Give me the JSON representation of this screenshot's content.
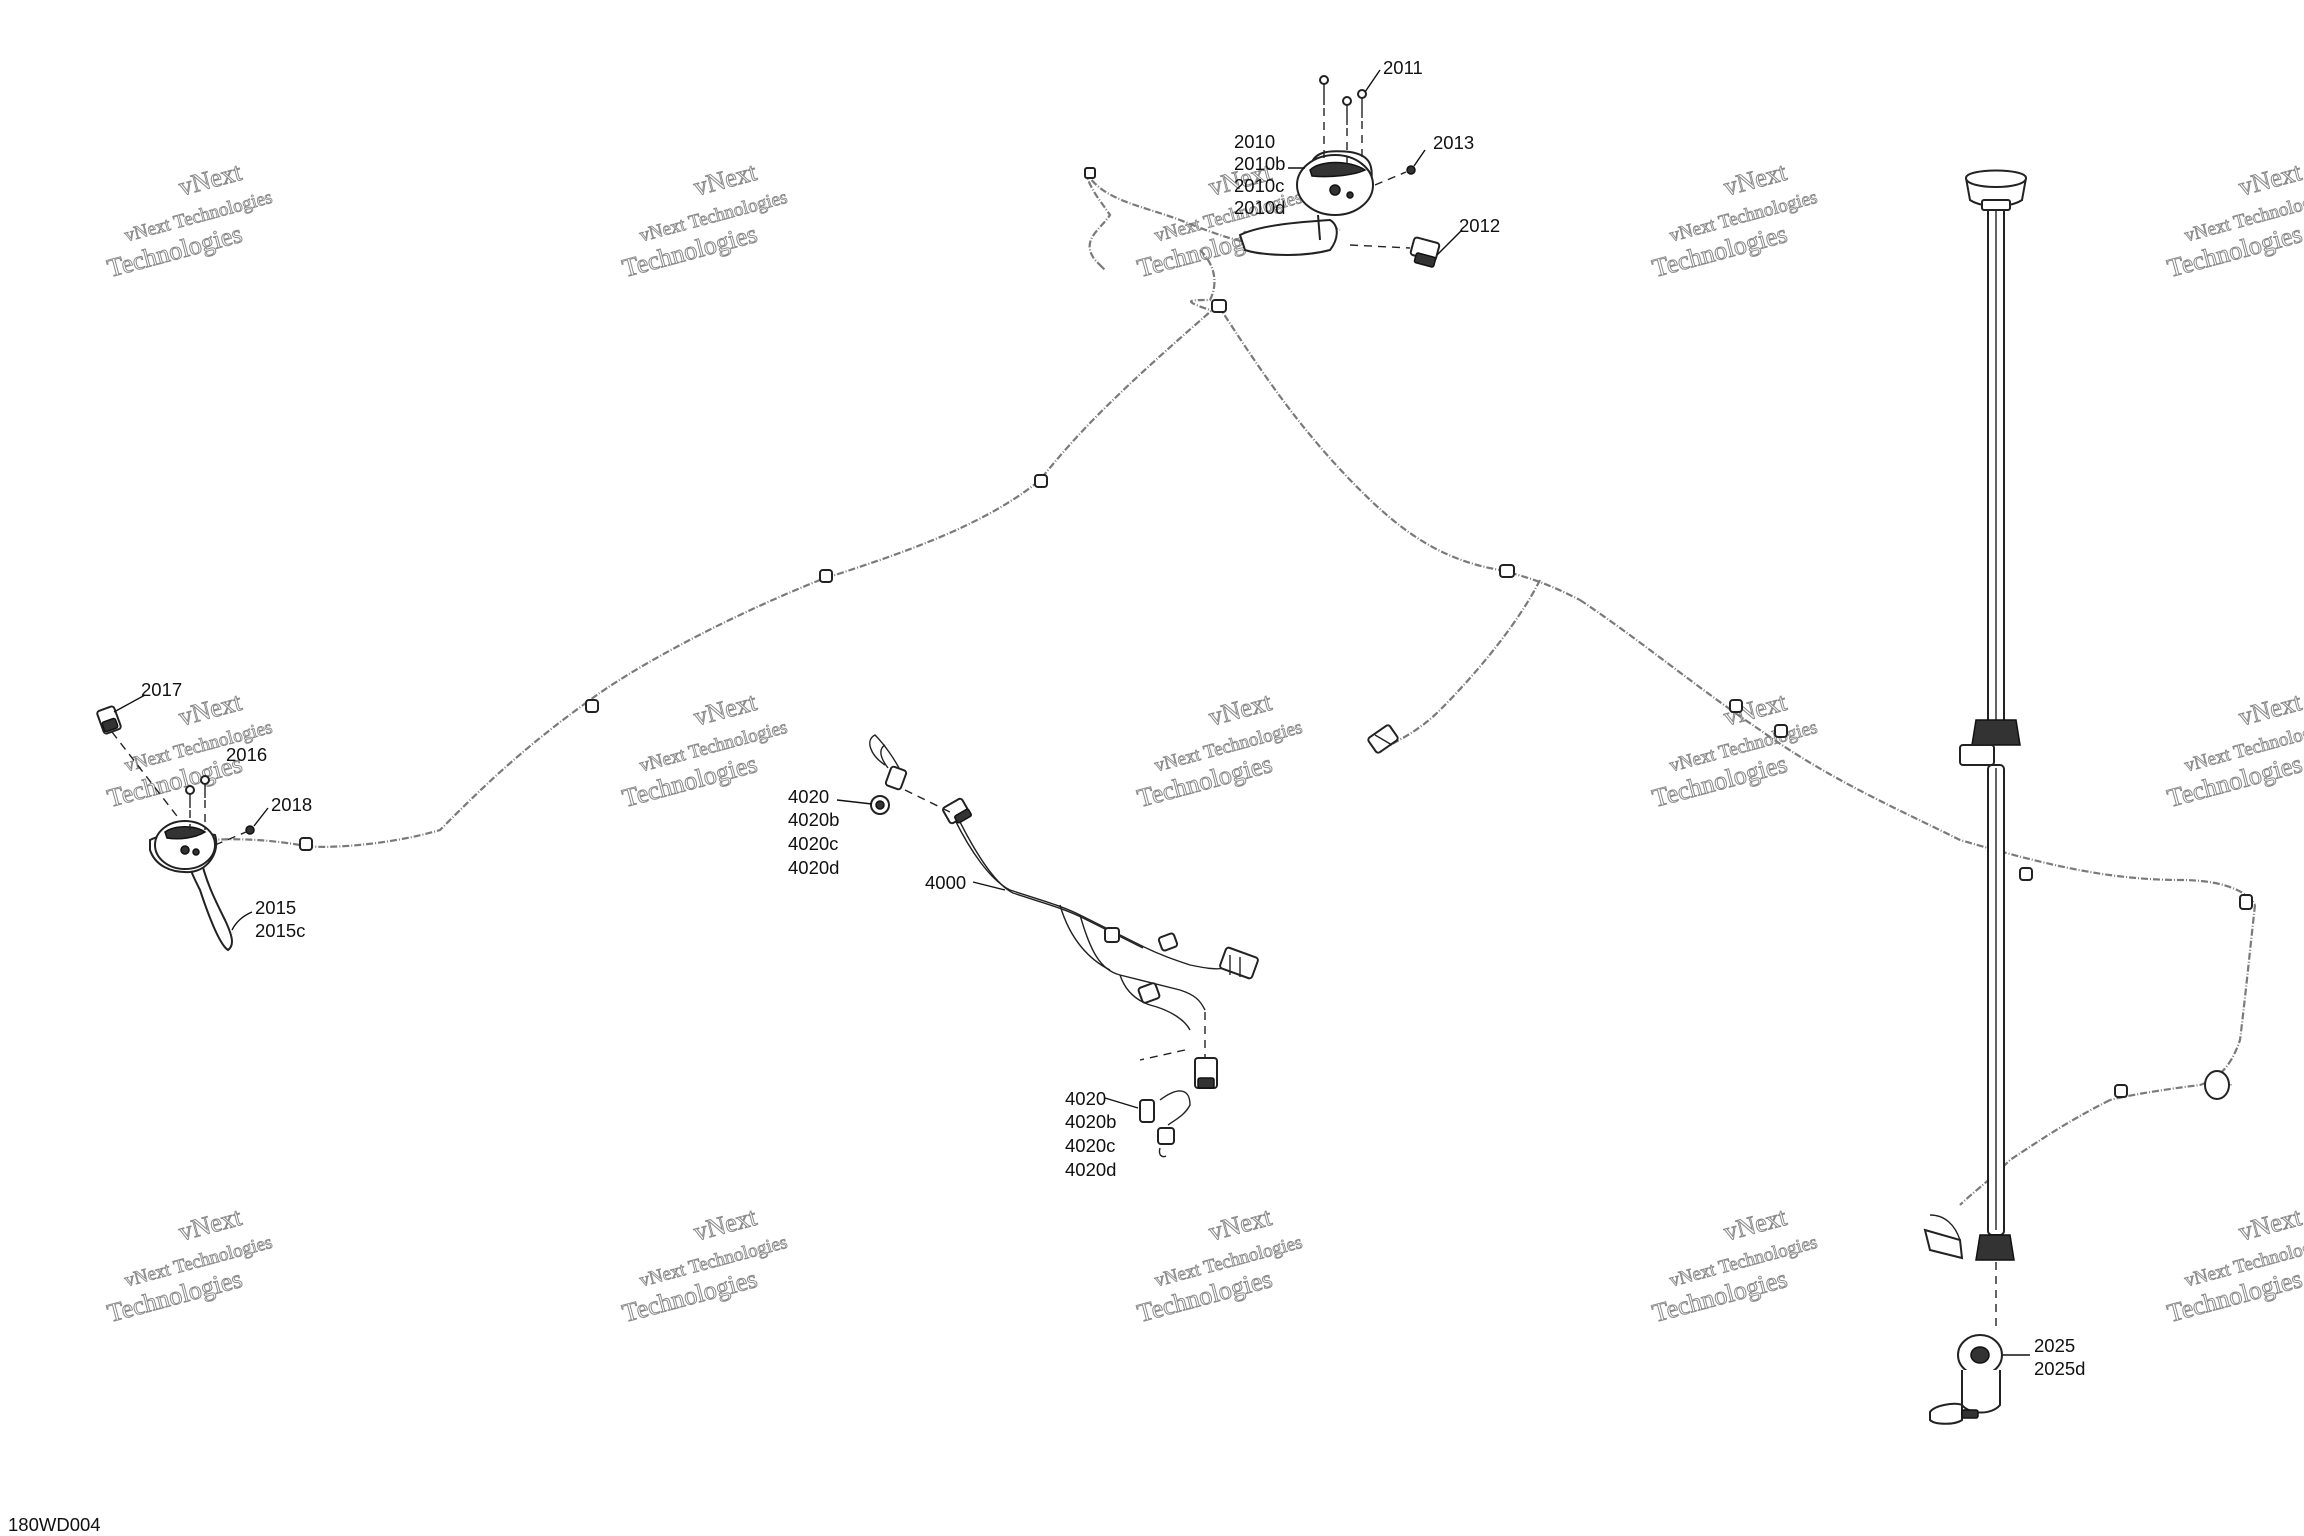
{
  "diagram_code": "180WD004",
  "watermark": {
    "line1": "vNext Technologies",
    "line2": "Technologies",
    "overlay": "vNext"
  },
  "callouts": {
    "c2011": "2011",
    "c2010": [
      "2010",
      "2010b",
      "2010c",
      "2010d"
    ],
    "c2013": "2013",
    "c2012": "2012",
    "c2017": "2017",
    "c2016": "2016",
    "c2018": "2018",
    "c2015": [
      "2015",
      "2015c"
    ],
    "c4020_top": [
      "4020",
      "4020b",
      "4020c",
      "4020d"
    ],
    "c4000": "4000",
    "c4020_bottom": [
      "4020",
      "4020b",
      "4020c",
      "4020d"
    ],
    "c2025": [
      "2025",
      "2025d"
    ]
  }
}
